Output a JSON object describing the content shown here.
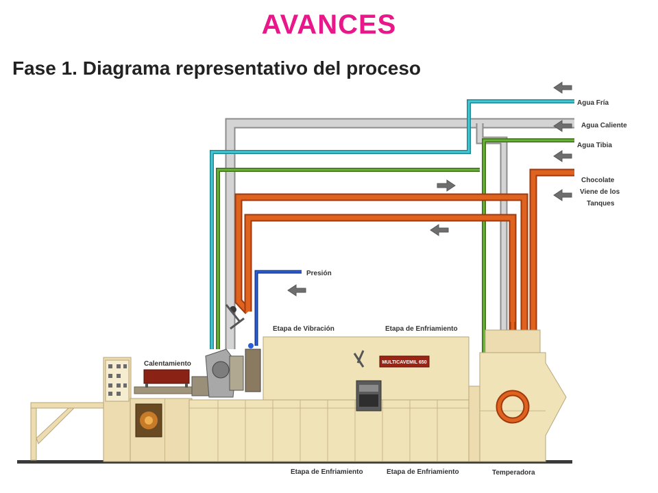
{
  "title": "AVANCES",
  "subtitle": "Fase 1. Diagrama representativo del proceso",
  "labels": {
    "agua_fria": "Agua Fría",
    "agua_caliente": "Agua Caliente",
    "agua_tibia": "Agua Tibia",
    "chocolate_1": "Chocolate",
    "chocolate_2": "Viene de los",
    "chocolate_3": "Tanques",
    "presion": "Presión",
    "calentamiento": "Calentamiento",
    "etapa_vibracion": "Etapa de Vibración",
    "etapa_enfriamiento_top": "Etapa de Enfriamiento",
    "machine_brand": "MULTICAVEMIL 650",
    "etapa_enfriamiento_bottom_1": "Etapa de Enfriamiento",
    "etapa_enfriamiento_bottom_2": "Etapa de Enfriamiento",
    "temperadora": "Temperadora"
  },
  "colors": {
    "title": "#e8178a",
    "agua_fria": "#33b5c4",
    "agua_caliente": "#c8c8c8",
    "agua_tibia": "#5a9a2a",
    "chocolate": "#d9581a",
    "presion": "#1f4fc0",
    "machine": "#f1e3b8",
    "arrow": "#777777"
  }
}
